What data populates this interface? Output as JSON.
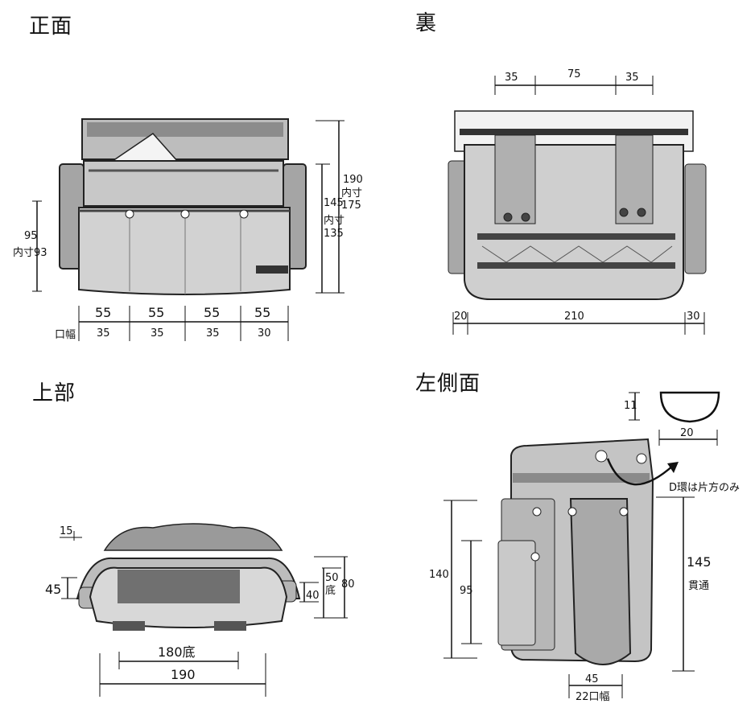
{
  "views": {
    "front": {
      "title": "正面",
      "width_top": [
        "55",
        "55",
        "55",
        "55"
      ],
      "mouth_label": "口幅",
      "width_bottom": [
        "35",
        "35",
        "35",
        "30"
      ],
      "left_height": "95",
      "left_inner": "内寸93",
      "right_total": "190",
      "right_total_inner_label": "内寸",
      "right_total_inner": "175",
      "right_mid": "145",
      "right_mid_inner_label": "内寸",
      "right_mid_inner": "135"
    },
    "back": {
      "title": "裏",
      "top_dims": [
        "35",
        "75",
        "35"
      ],
      "bottom_left": "20",
      "bottom_center": "210",
      "bottom_right": "30"
    },
    "top": {
      "title": "上部",
      "dim_small": "15",
      "dim_left": "45",
      "dim_right_total": "80",
      "dim_right_bottom": "50",
      "dim_right_bottom_label": "底",
      "dim_right_small": "40",
      "dim_bottom_inner": "180底",
      "dim_bottom_total": "190"
    },
    "left_side": {
      "title": "左側面",
      "dring_height": "11",
      "dring_width": "20",
      "dring_note": "D環は片方のみ",
      "outer_height": "140",
      "inner_height": "95",
      "right_height": "145",
      "right_note": "貫通",
      "bottom_width": "45",
      "bottom_mouth": "22口幅"
    }
  }
}
